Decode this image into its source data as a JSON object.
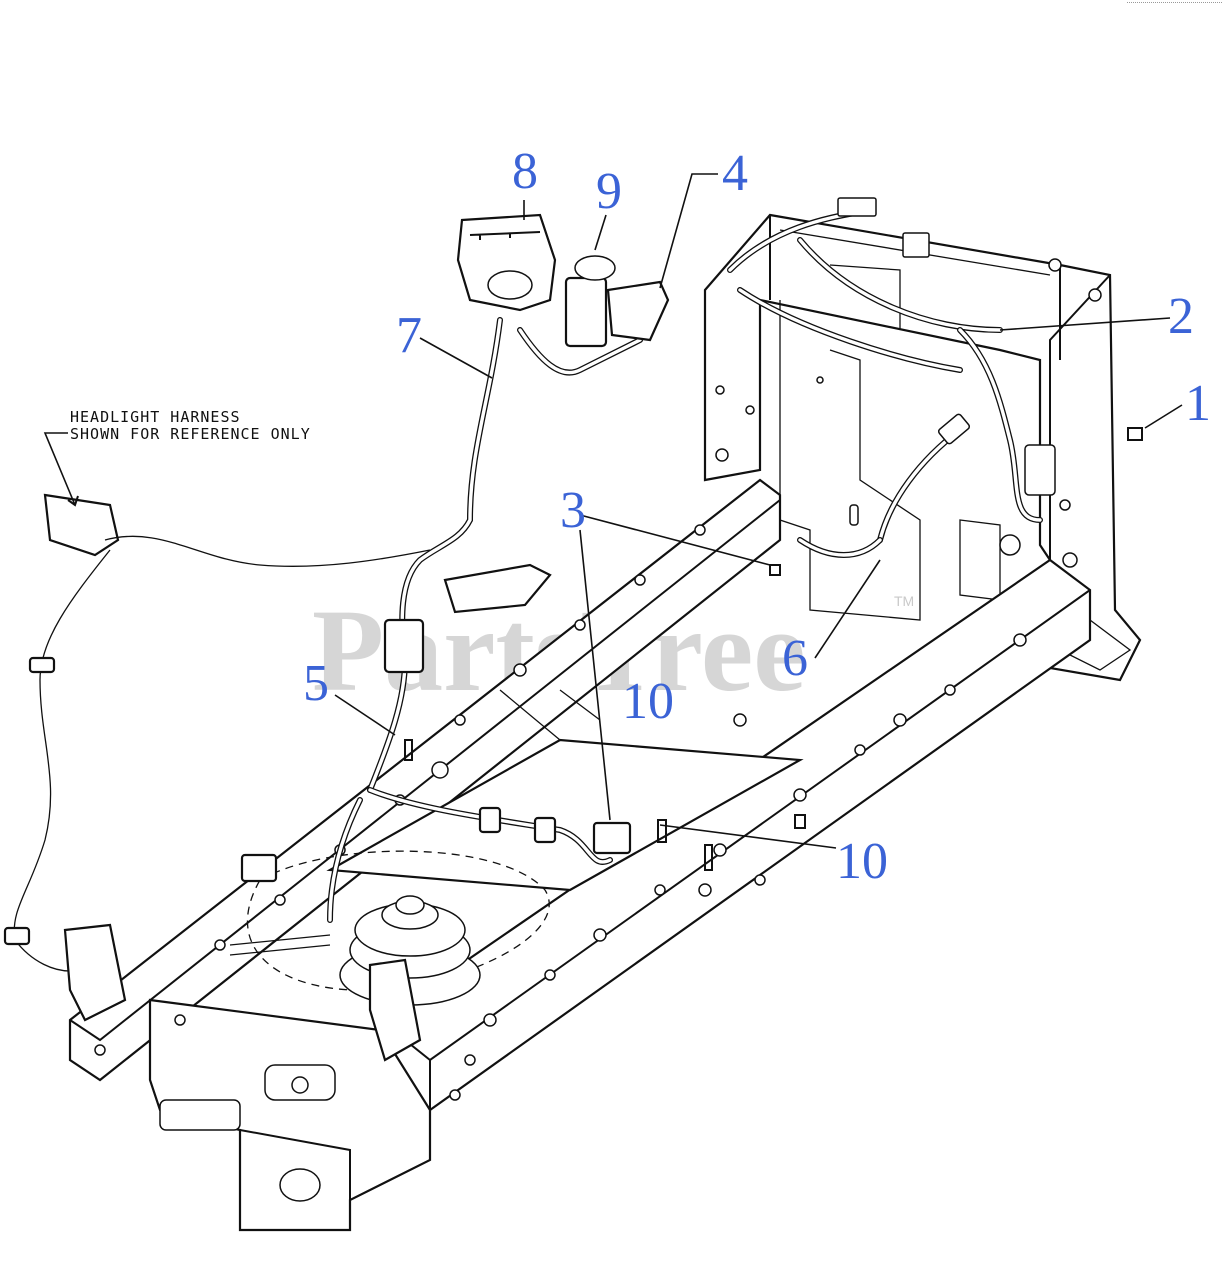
{
  "diagram": {
    "callouts": [
      {
        "id": "c1",
        "label": "1"
      },
      {
        "id": "c2",
        "label": "2"
      },
      {
        "id": "c3",
        "label": "3"
      },
      {
        "id": "c4",
        "label": "4"
      },
      {
        "id": "c5",
        "label": "5"
      },
      {
        "id": "c6",
        "label": "6"
      },
      {
        "id": "c7",
        "label": "7"
      },
      {
        "id": "c8",
        "label": "8"
      },
      {
        "id": "c9",
        "label": "9"
      },
      {
        "id": "c10a",
        "label": "10"
      },
      {
        "id": "c10b",
        "label": "10"
      }
    ],
    "note_line1": "HEADLIGHT HARNESS",
    "note_line2": "SHOWN FOR REFERENCE ONLY",
    "watermark": "PartsTree",
    "watermark_tm": "TM",
    "callout_color": "#3b63d6"
  }
}
